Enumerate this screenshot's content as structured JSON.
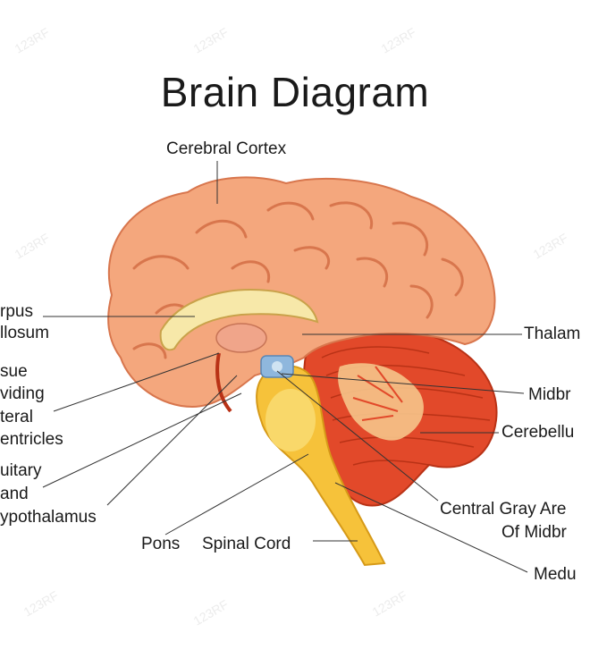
{
  "title": "Brain Diagram",
  "labels": {
    "cerebral_cortex": "Cerebral Cortex",
    "corpus_callosum_1": "rpus",
    "corpus_callosum_2": "llosum",
    "tissue_1": "sue",
    "tissue_2": "viding",
    "tissue_3": "teral",
    "tissue_4": "entricles",
    "pituitary_1": "uitary",
    "pituitary_2": "and",
    "pituitary_3": "ypothalamus",
    "pons": "Pons",
    "spinal_cord": "Spinal Cord",
    "thalamus": "Thalam",
    "midbrain": "Midbr",
    "cerebellum": "Cerebellu",
    "central_gray_1": "Central Gray Are",
    "central_gray_2": "Of Midbr",
    "medulla": "Medu"
  },
  "watermark": "123RF",
  "colors": {
    "cortex": "#f4a77d",
    "cortex_fold": "#e58a63",
    "cerebellum": "#e2492a",
    "brainstem": "#f6c23a",
    "callosum": "#f7e8a9",
    "thalamus": "#f0a58a",
    "midbrain_blue": "#8fb7dd"
  }
}
